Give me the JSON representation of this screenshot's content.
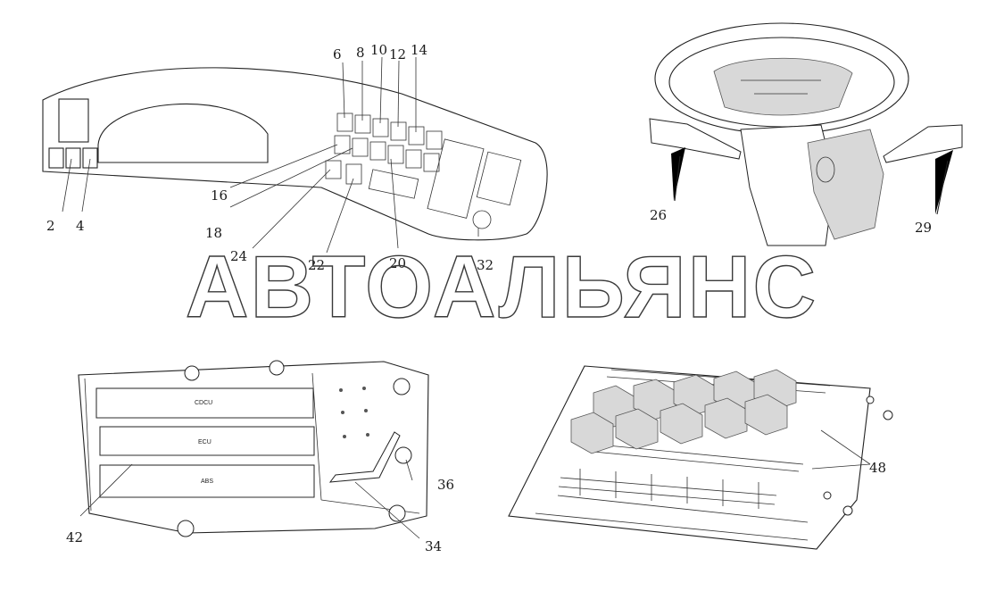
{
  "watermark": "АВТОАЛЬЯНС",
  "panels": {
    "dashboard": {
      "callouts": [
        "2",
        "4",
        "6",
        "8",
        "10",
        "12",
        "14",
        "16",
        "18",
        "20",
        "22",
        "24",
        "32"
      ]
    },
    "steering": {
      "callouts": [
        "26",
        "29"
      ]
    },
    "ecu_rack": {
      "module_labels": [
        "CDCU",
        "ECU",
        "ABS"
      ],
      "callouts": [
        "34",
        "36",
        "42"
      ]
    },
    "relay_board": {
      "callouts": [
        "48"
      ]
    }
  }
}
